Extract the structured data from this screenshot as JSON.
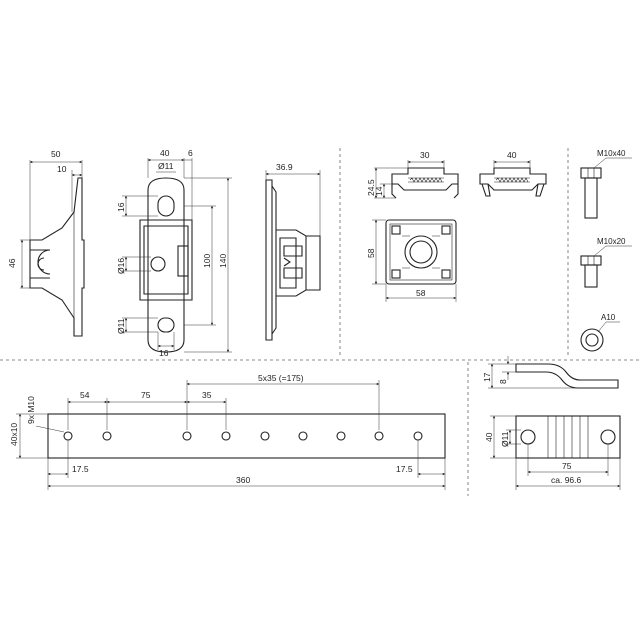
{
  "colors": {
    "line": "#222222",
    "background": "#ffffff"
  },
  "bracket": {
    "side_view": {
      "w_total": "50",
      "w_inner": "10",
      "height": "46"
    },
    "front_view": {
      "w_total": "40",
      "w_right": "6",
      "hole_top": "Ø11",
      "slot_w": "16",
      "bore": "Ø16",
      "hole_bottom": "Ø11",
      "bottom_w": "16",
      "h_inner": "100",
      "h_total": "140"
    },
    "profile_view": {
      "depth": "36.9"
    }
  },
  "clamp": {
    "front": {
      "width": "30",
      "height_total": "24.5",
      "height_body": "14"
    },
    "side": {
      "width": "40"
    },
    "top": {
      "height": "58",
      "width": "58"
    }
  },
  "fasteners": {
    "bolt_long": "M10x40",
    "bolt_short": "M10x20",
    "washer": "A10"
  },
  "rail": {
    "first": "54",
    "second": "75",
    "pitch": "35",
    "pattern": "5x35 (=175)",
    "section": "40x10",
    "holes": "9x M10",
    "edge_left": "17.5",
    "edge_right": "17.5",
    "length": "360"
  },
  "strap": {
    "thickness": "8",
    "height_side": "17",
    "width": "40",
    "hole": "Ø11",
    "hole_spacing": "75",
    "length": "ca. 96.6"
  }
}
